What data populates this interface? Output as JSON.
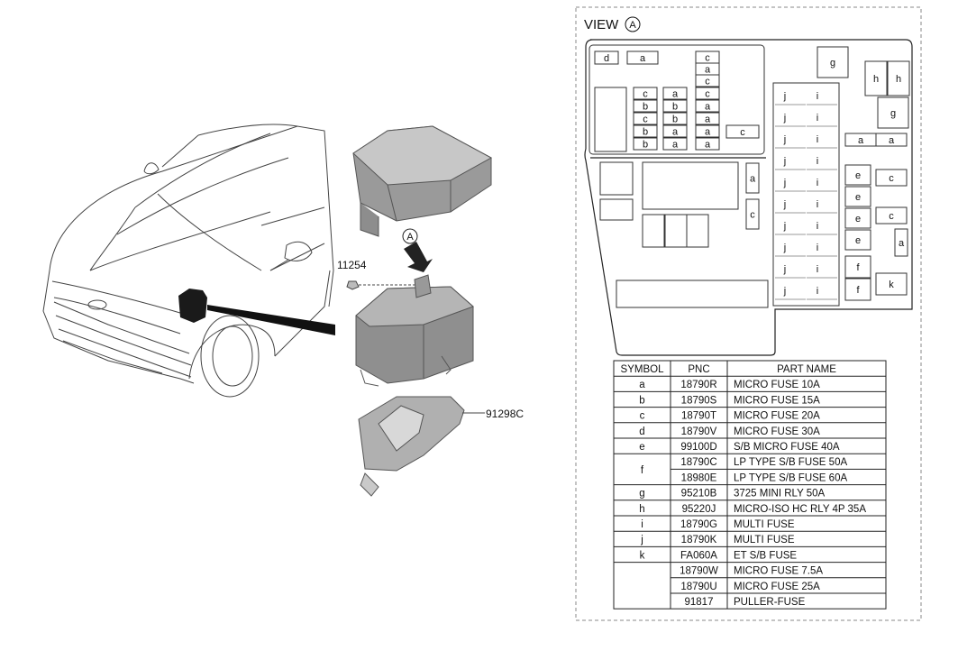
{
  "view": {
    "title": "VIEW",
    "circle": "A"
  },
  "callouts": {
    "screw": "11254",
    "cover": "91298C",
    "arrow": "A"
  },
  "table": {
    "headers": [
      "SYMBOL",
      "PNC",
      "PART NAME"
    ],
    "rows": [
      {
        "symbol": "a",
        "pnc": "18790R",
        "name": "MICRO FUSE 10A"
      },
      {
        "symbol": "b",
        "pnc": "18790S",
        "name": "MICRO FUSE 15A"
      },
      {
        "symbol": "c",
        "pnc": "18790T",
        "name": "MICRO FUSE 20A"
      },
      {
        "symbol": "d",
        "pnc": "18790V",
        "name": "MICRO FUSE 30A"
      },
      {
        "symbol": "e",
        "pnc": "99100D",
        "name": "S/B MICRO FUSE 40A"
      },
      {
        "symbol": "f",
        "pnc": "18790C",
        "name": "LP  TYPE S/B FUSE 50A"
      },
      {
        "symbol": "",
        "pnc": "18980E",
        "name": "LP  TYPE S/B FUSE 60A"
      },
      {
        "symbol": "g",
        "pnc": "95210B",
        "name": "3725 MINI RLY 50A"
      },
      {
        "symbol": "h",
        "pnc": "95220J",
        "name": "MICRO-ISO HC RLY 4P 35A"
      },
      {
        "symbol": "i",
        "pnc": "18790G",
        "name": "MULTI FUSE"
      },
      {
        "symbol": "j",
        "pnc": "18790K",
        "name": "MULTI FUSE"
      },
      {
        "symbol": "k",
        "pnc": "FA060A",
        "name": "ET S/B FUSE"
      },
      {
        "symbol": "",
        "pnc": "18790W",
        "name": "MICRO FUSE 7.5A"
      },
      {
        "symbol": "",
        "pnc": "18790U",
        "name": "MICRO FUSE 25A"
      },
      {
        "symbol": "",
        "pnc": "91817",
        "name": "PULLER-FUSE"
      }
    ]
  },
  "fuse_labels": {
    "d": "d",
    "a": "a",
    "b": "b",
    "c": "c",
    "e": "e",
    "f": "f",
    "g": "g",
    "h": "h",
    "i": "i",
    "j": "j",
    "k": "k"
  }
}
